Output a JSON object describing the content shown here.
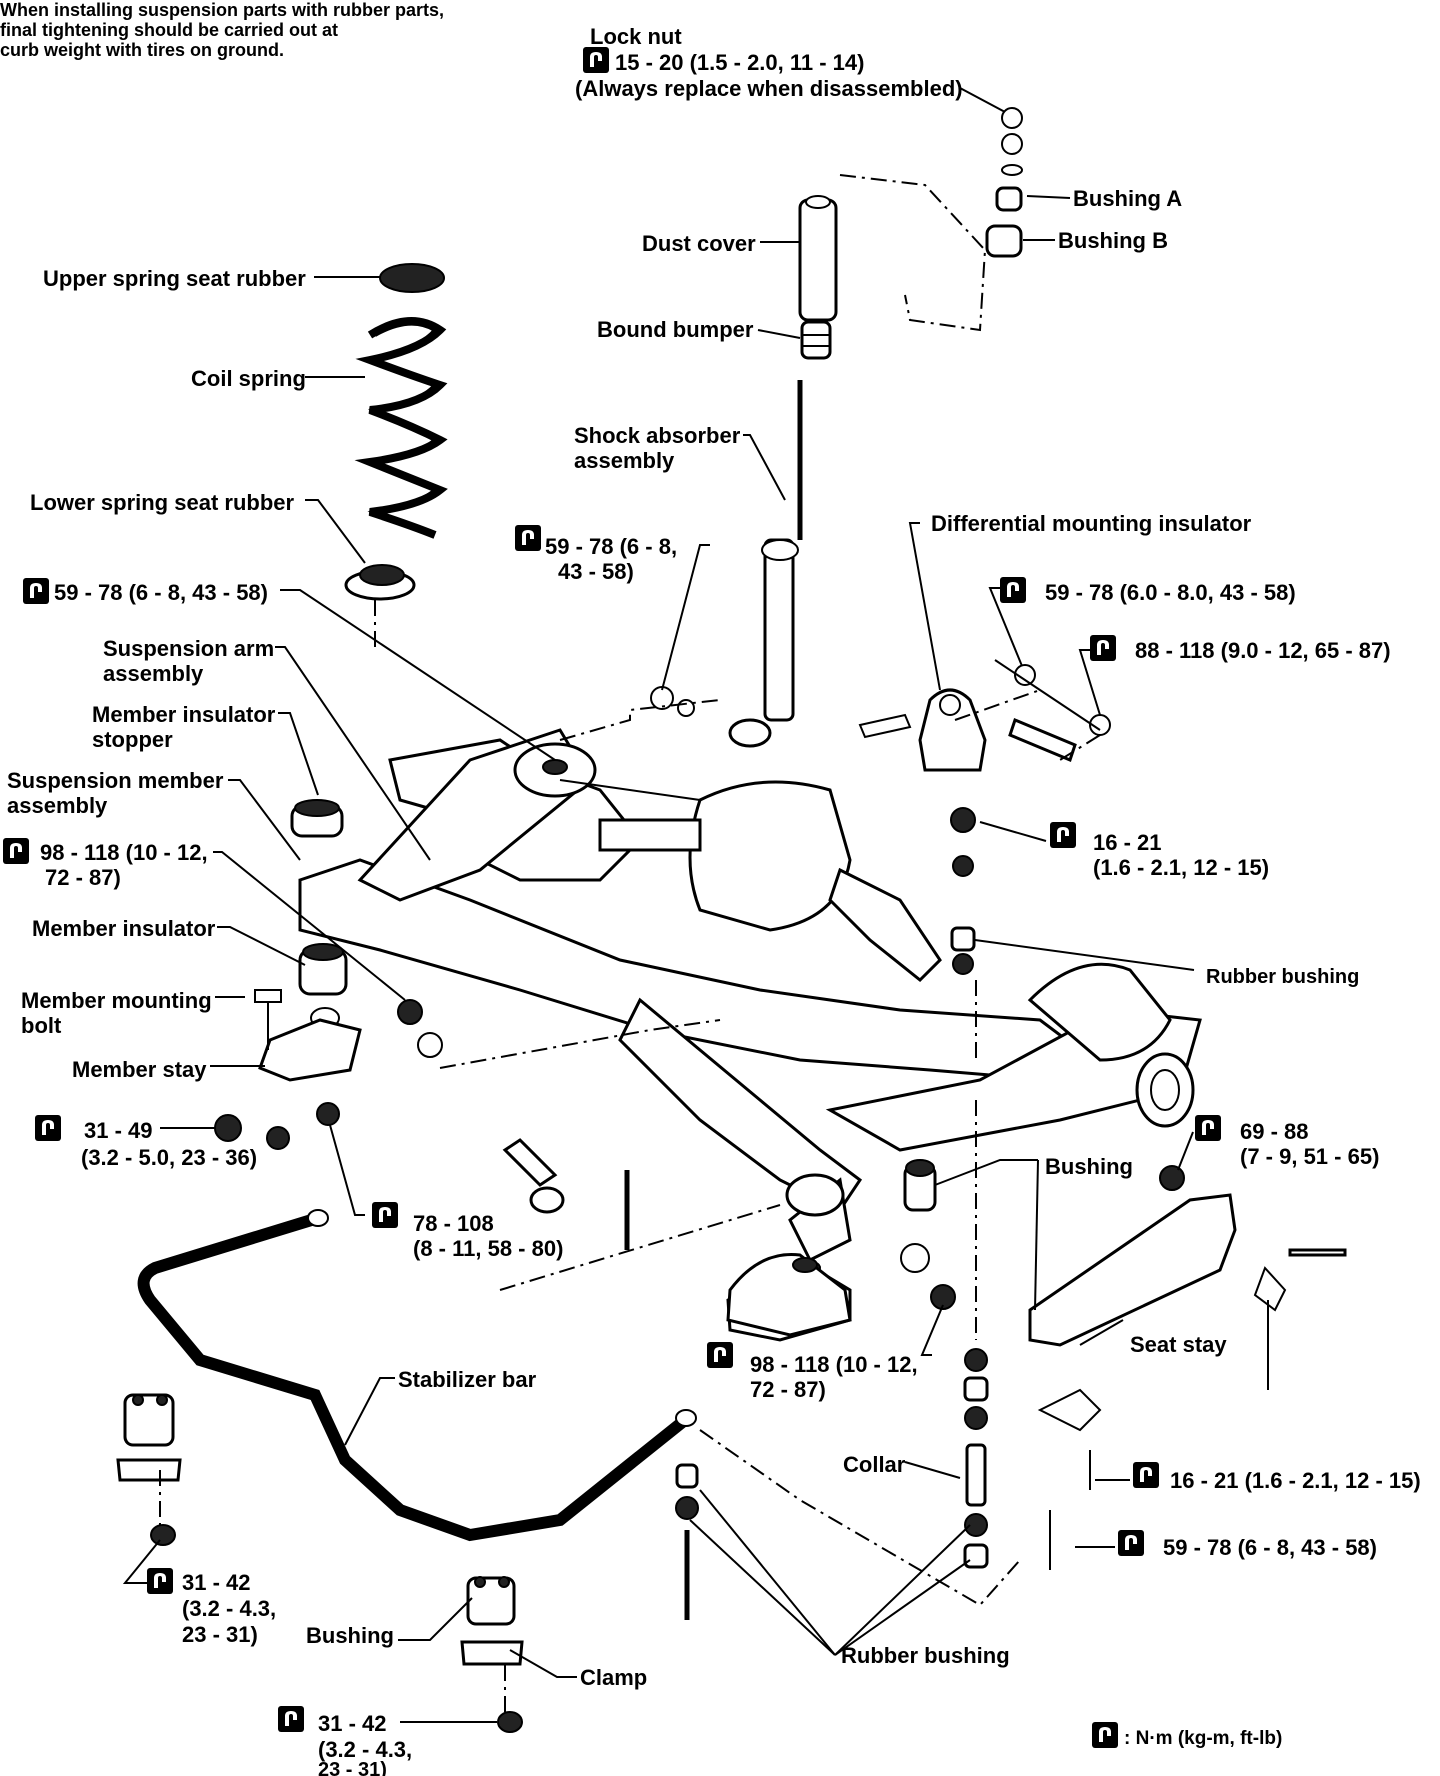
{
  "note": [
    "When installing suspension parts with rubber parts,",
    "final tightening should be carried out at",
    "curb weight with tires on ground."
  ],
  "labels": {
    "lock_nut": "Lock nut",
    "lock_nut_torque": "15 - 20 (1.5 - 2.0, 11 - 14)",
    "lock_nut_note": "(Always replace when disassembled)",
    "bushing_a": "Bushing A",
    "bushing_b": "Bushing B",
    "dust_cover": "Dust cover",
    "upper_spring_seat_rubber": "Upper spring seat rubber",
    "bound_bumper": "Bound bumper",
    "coil_spring": "Coil spring",
    "shock_absorber_1": "Shock absorber",
    "shock_absorber_2": "assembly",
    "lower_spring_seat_rubber": "Lower spring seat rubber",
    "diff_mounting_insulator": "Differential mounting insulator",
    "torque_shock_1": "59 - 78 (6 - 8,",
    "torque_shock_2": "43 - 58)",
    "torque_arm": "59 - 78 (6 - 8, 43 - 58)",
    "torque_diff_1": "59 - 78 (6.0 - 8.0, 43 - 58)",
    "torque_diff_2": "88 - 118 (9.0 - 12, 65 - 87)",
    "suspension_arm_1": "Suspension arm",
    "suspension_arm_2": "assembly",
    "member_insulator_stopper_1": "Member insulator",
    "member_insulator_stopper_2": "stopper",
    "suspension_member_1": "Suspension member",
    "suspension_member_2": "assembly",
    "torque_member_1": "98 - 118 (10 - 12,",
    "torque_member_2": "72 - 87)",
    "torque_16_1": "16 - 21",
    "torque_16_2": "(1.6 - 2.1, 12 - 15)",
    "member_insulator": "Member insulator",
    "rubber_bushing_right": "Rubber bushing",
    "member_mounting_bolt_1": "Member mounting",
    "member_mounting_bolt_2": "bolt",
    "member_stay": "Member stay",
    "torque_31_49_1": "31 - 49",
    "torque_31_49_2": "(3.2 - 5.0, 23 - 36)",
    "torque_69_1": "69 - 88",
    "torque_69_2": "(7 - 9, 51 - 65)",
    "bushing_mid": "Bushing",
    "torque_78_1": "78 - 108",
    "torque_78_2": "(8 - 11, 58 - 80)",
    "seat_stay": "Seat stay",
    "torque_98_low_1": "98 - 118 (10 - 12,",
    "torque_98_low_2": "72 - 87)",
    "stabilizer_bar": "Stabilizer bar",
    "collar": "Collar",
    "torque_16_low": "16 - 21 (1.6 - 2.1, 12 - 15)",
    "torque_59_low": "59 - 78 (6 - 8, 43 - 58)",
    "torque_31_42_a_1": "31 - 42",
    "torque_31_42_a_2": "(3.2 - 4.3,",
    "torque_31_42_a_3": "23 - 31)",
    "bushing_low": "Bushing",
    "clamp": "Clamp",
    "rubber_bushing_low": "Rubber bushing",
    "torque_31_42_b_1": "31 - 42",
    "torque_31_42_b_2": "(3.2 - 4.3,",
    "torque_31_42_b_3": "23 - 31)",
    "legend": ":  N·m (kg-m, ft-lb)"
  },
  "icons": {
    "torque_wrench": "torque-wrench-icon"
  }
}
